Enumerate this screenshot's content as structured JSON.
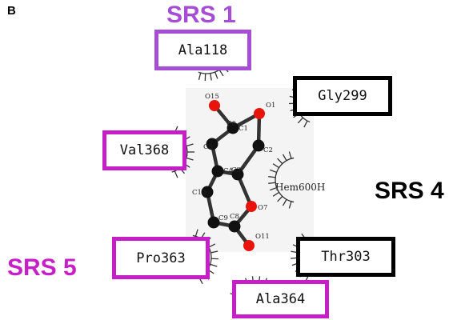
{
  "panel": {
    "label": "B"
  },
  "regions": {
    "srs1": {
      "label": "SRS 1",
      "color": "#a64dd6"
    },
    "srs4": {
      "label": "SRS 4",
      "color": "#000000"
    },
    "srs5": {
      "label": "SRS 5",
      "color": "#c71fc7"
    }
  },
  "residues": {
    "ala118": "Ala118",
    "gly299": "Gly299",
    "val368": "Val368",
    "pro363": "Pro363",
    "thr303": "Thr303",
    "ala364": "Ala364"
  },
  "heme": {
    "label": "Hem600H"
  },
  "ligand_atoms": {
    "o15": "O15",
    "o1": "O1",
    "c6": "C6",
    "c1": "C1",
    "c5": "C5",
    "c2": "C2",
    "c4": "C4",
    "c3": "C3",
    "c10": "C10",
    "o7": "O7",
    "c9": "C9",
    "c8": "C8",
    "o11": "O11"
  },
  "colors": {
    "carbon": "#111111",
    "oxygen": "#e8140c",
    "bond": "#333333",
    "hydrophobic_arc": "#333333"
  }
}
